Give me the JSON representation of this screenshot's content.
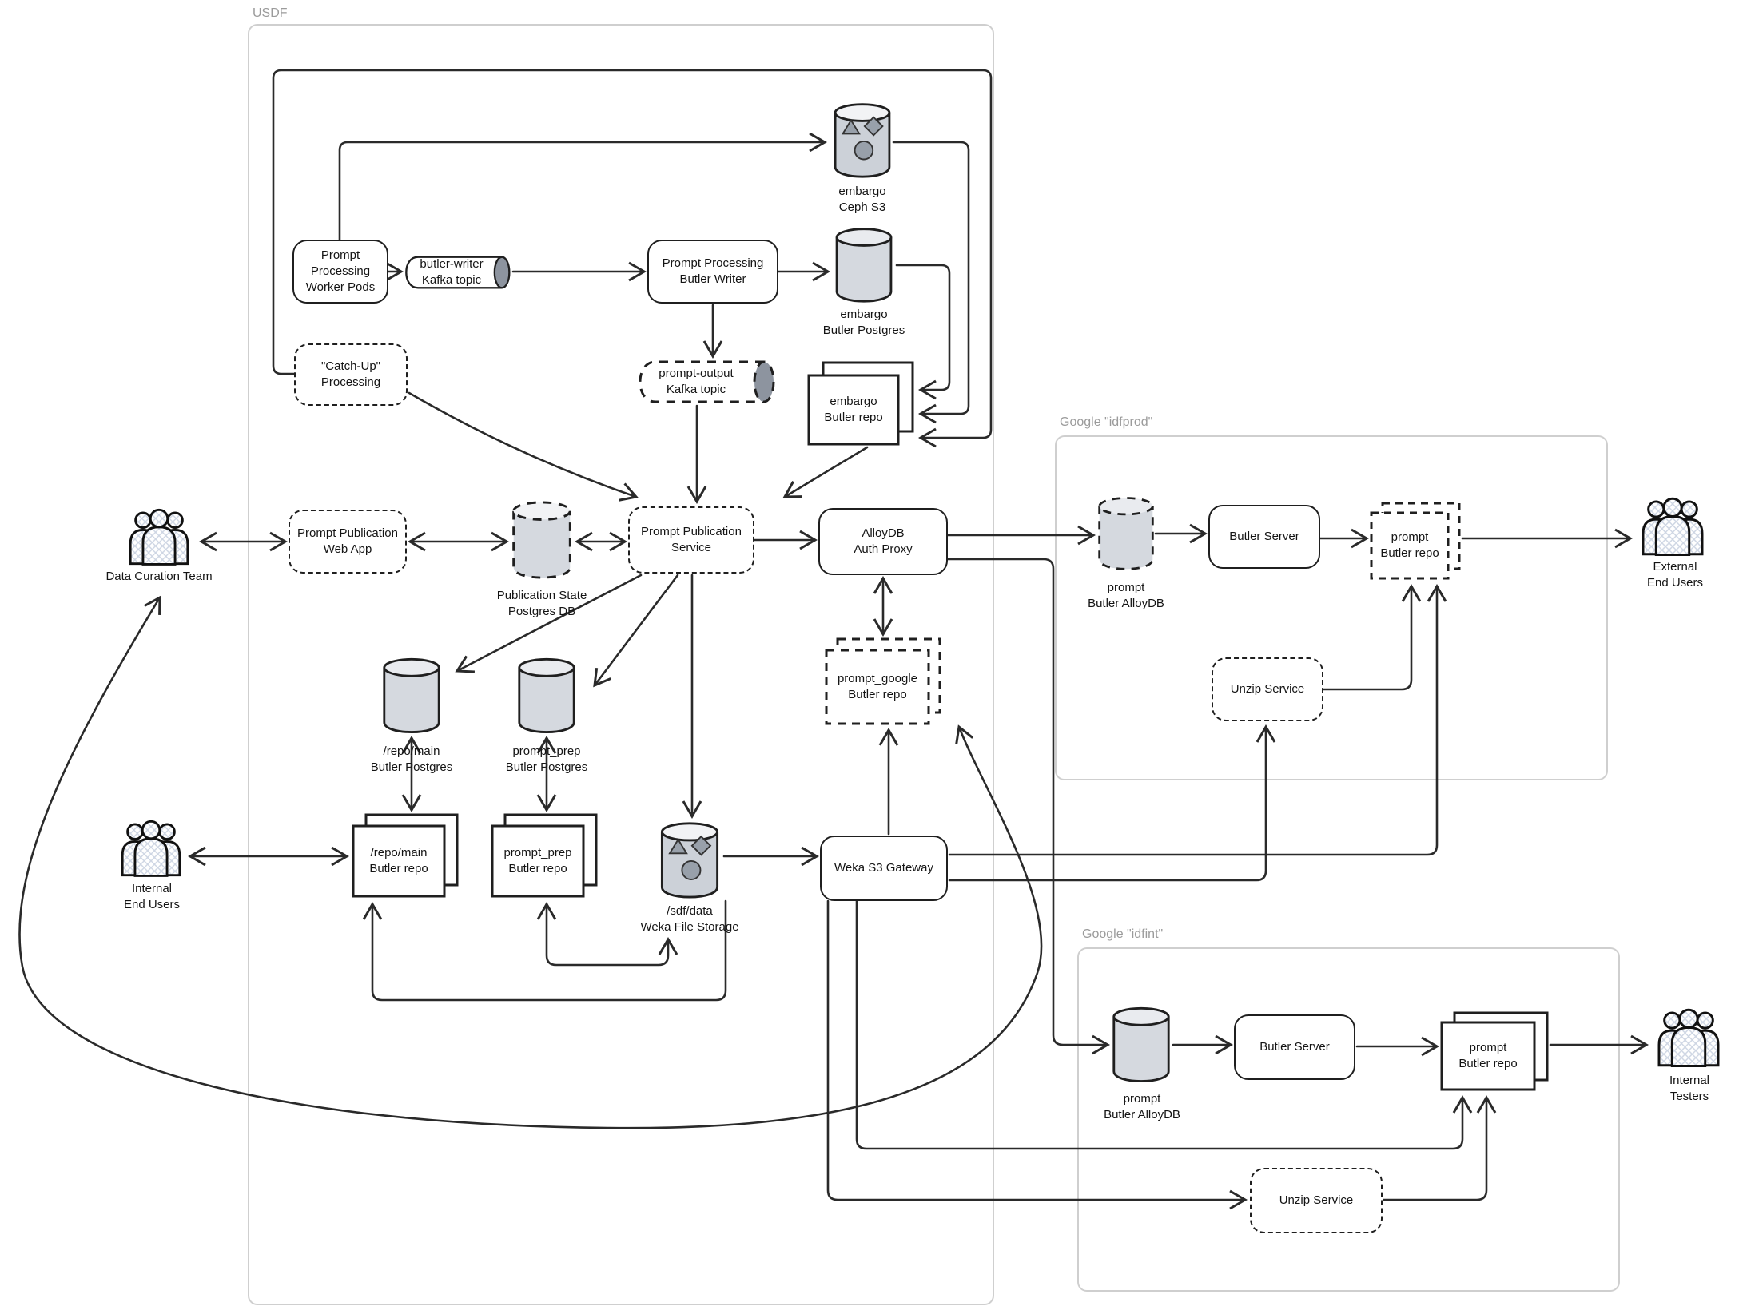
{
  "diagram": {
    "containers": {
      "usdf": {
        "label": "USDF"
      },
      "idfprod": {
        "label": "Google \"idfprod\""
      },
      "idfint": {
        "label": "Google \"idfint\""
      }
    },
    "usdf": {
      "worker_pods": {
        "label": "Prompt Processing\nWorker Pods"
      },
      "butler_writer_topic": {
        "label": "butler-writer\nKafka topic"
      },
      "butler_writer": {
        "label": "Prompt Processing\nButler Writer"
      },
      "embargo_ceph_s3": {
        "label": "embargo\nCeph S3"
      },
      "embargo_butler_postgres": {
        "label": "embargo\nButler Postgres"
      },
      "embargo_butler_repo": {
        "label": "embargo\nButler repo"
      },
      "catch_up": {
        "label": "\"Catch-Up\"\nProcessing"
      },
      "prompt_output_topic": {
        "label": "prompt-output\nKafka topic"
      },
      "web_app": {
        "label": "Prompt Publication\nWeb App"
      },
      "publication_state_db": {
        "label": "Publication State\nPostgres DB"
      },
      "publication_service": {
        "label": "Prompt Publication\nService"
      },
      "alloydb_auth_proxy": {
        "label": "AlloyDB\nAuth Proxy"
      },
      "repo_main_postgres": {
        "label": "/repo/main\nButler Postgres"
      },
      "prompt_prep_postgres": {
        "label": "prompt_prep\nButler Postgres"
      },
      "repo_main_repo": {
        "label": "/repo/main\nButler repo"
      },
      "prompt_prep_repo": {
        "label": "prompt_prep\nButler repo"
      },
      "weka_file_storage": {
        "label": "/sdf/data\nWeka File Storage"
      },
      "weka_s3_gateway": {
        "label": "Weka S3 Gateway"
      },
      "prompt_google_repo": {
        "label": "prompt_google\nButler repo"
      }
    },
    "idfprod": {
      "alloydb": {
        "label": "prompt\nButler AlloyDB"
      },
      "butler_server": {
        "label": "Butler Server"
      },
      "prompt_repo": {
        "label": "prompt\nButler repo"
      },
      "unzip": {
        "label": "Unzip Service"
      }
    },
    "idfint": {
      "alloydb": {
        "label": "prompt\nButler AlloyDB"
      },
      "butler_server": {
        "label": "Butler Server"
      },
      "prompt_repo": {
        "label": "prompt\nButler repo"
      },
      "unzip": {
        "label": "Unzip Service"
      }
    },
    "actors": {
      "data_curation_team": {
        "label": "Data Curation Team"
      },
      "internal_end_users": {
        "label": "Internal\nEnd Users"
      },
      "external_end_users": {
        "label": "External\nEnd Users"
      },
      "internal_testers": {
        "label": "Internal Testers"
      }
    },
    "colors": {
      "stroke": "#1f1f1f",
      "edge": "#2a2a2a",
      "cylinder_fill": "#d5d9df",
      "cylinder_top": "#e9ebef",
      "s3_shape_fill": "#98a0aa",
      "kafka_end_fill": "#8d949f",
      "container_border": "#cfcfcf",
      "container_label": "#9b9b9b",
      "hatch": "#cdd5e3"
    }
  }
}
